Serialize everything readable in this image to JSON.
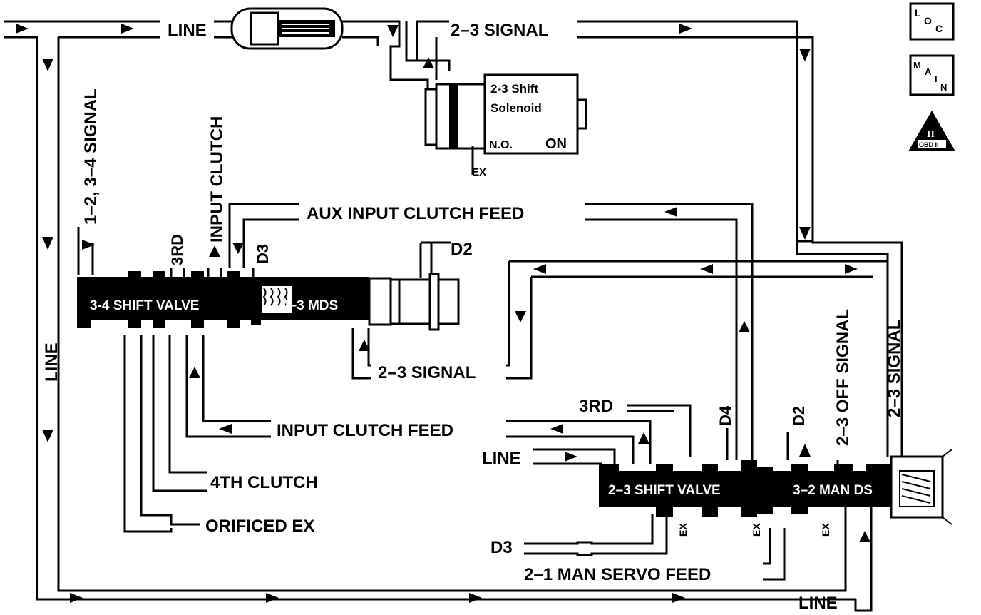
{
  "labels": {
    "line_top": "LINE",
    "signal_23_top": "2–3 SIGNAL",
    "solenoid_line1": "2-3 Shift",
    "solenoid_line2": "Solenoid",
    "solenoid_no": "N.O.",
    "solenoid_on": "ON",
    "ex_solenoid": "EX",
    "signal_12_34": "1–2, 3–4 SIGNAL",
    "input_clutch_vert": "INPUT CLUTCH",
    "third_left": "3RD",
    "d3_left": "D3",
    "aux_feed": "AUX INPUT CLUTCH FEED",
    "d2_top": "D2",
    "line_left": "LINE",
    "signal_23_mid": "2–3 SIGNAL",
    "input_clutch_feed": "INPUT CLUTCH FEED",
    "fourth_clutch": "4TH CLUTCH",
    "orificed_ex": "ORIFICED EX",
    "third_right": "3RD",
    "d4": "D4",
    "d2_right": "D2",
    "off_signal": "2–3 OFF SIGNAL",
    "signal_23_right": "2–3 SIGNAL",
    "line_mid": "LINE",
    "d3_bottom": "D3",
    "man_servo": "2–1 MAN SERVO FEED",
    "line_bottom": "LINE",
    "ex1": "EX",
    "ex2": "EX",
    "ex3": "EX"
  },
  "valves": {
    "shift_34": "3-4 SHIFT VALVE",
    "mds_43": "4–3 MDS",
    "shift_23": "2–3 SHIFT VALVE",
    "man_ds_32": "3–2 MAN DS"
  },
  "badges": {
    "loc_l": "L",
    "loc_o": "O",
    "loc_c": "C",
    "main_m": "M",
    "main_a": "A",
    "main_i": "I",
    "main_n": "N",
    "obd_roman": "II",
    "obd_text": "OBD II"
  }
}
